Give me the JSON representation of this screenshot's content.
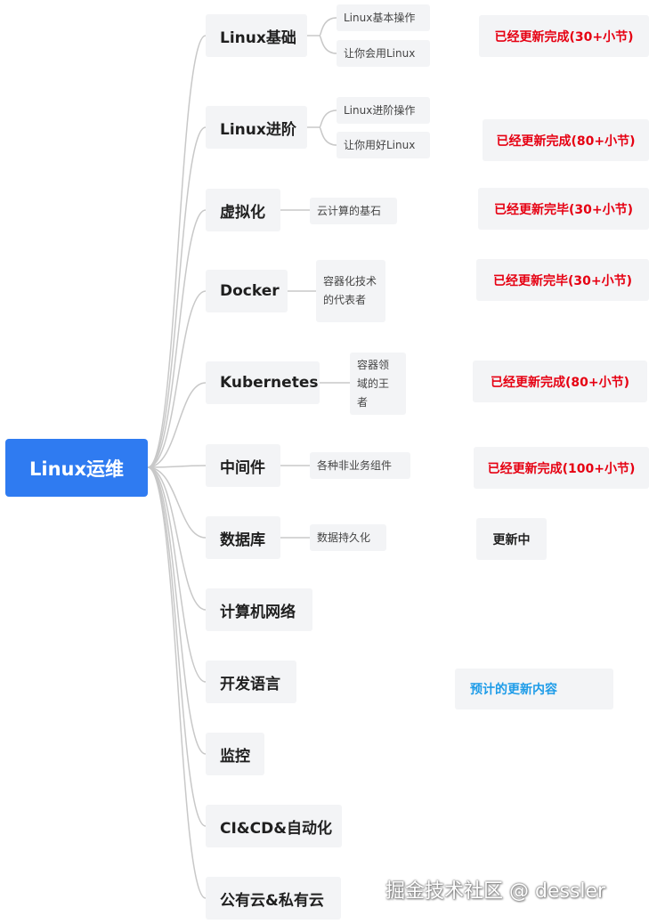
{
  "root": {
    "label": "Linux运维"
  },
  "branches": [
    {
      "label": "Linux基础",
      "leaves": [
        "Linux基本操作",
        "让你会用Linux"
      ],
      "status": "已经更新完成(30+小节)"
    },
    {
      "label": "Linux进阶",
      "leaves": [
        "Linux进阶操作",
        "让你用好Linux"
      ],
      "status": "已经更新完成(80+小节)"
    },
    {
      "label": "虚拟化",
      "leaves": [
        "云计算的基石"
      ],
      "status": "已经更新完毕(30+小节)"
    },
    {
      "label": "Docker",
      "leaves": [
        "容器化技术的代表者"
      ],
      "status": "已经更新完毕(30+小节)"
    },
    {
      "label": "Kubernetes",
      "leaves": [
        "容器领域的王者"
      ],
      "status": "已经更新完成(80+小节)"
    },
    {
      "label": "中间件",
      "leaves": [
        "各种非业务组件"
      ],
      "status": "已经更新完成(100+小节)"
    },
    {
      "label": "数据库",
      "leaves": [
        "数据持久化"
      ],
      "status": "更新中"
    },
    {
      "label": "计算机网络",
      "leaves": [],
      "status": ""
    },
    {
      "label": "开发语言",
      "leaves": [],
      "status": "预计的更新内容"
    },
    {
      "label": "监控",
      "leaves": [],
      "status": ""
    },
    {
      "label": "CI&CD&自动化",
      "leaves": [],
      "status": ""
    },
    {
      "label": "公有云&私有云",
      "leaves": [],
      "status": ""
    }
  ],
  "colors": {
    "root_fill": "#2f7bf1",
    "node_fill": "#f3f4f6",
    "connector": "#c8c8c8",
    "status_done": "#e60012",
    "status_in_progress": "#1f1f1f",
    "status_planned": "#1e9ce8"
  },
  "watermark": "掘金技术社区 @ dessler"
}
